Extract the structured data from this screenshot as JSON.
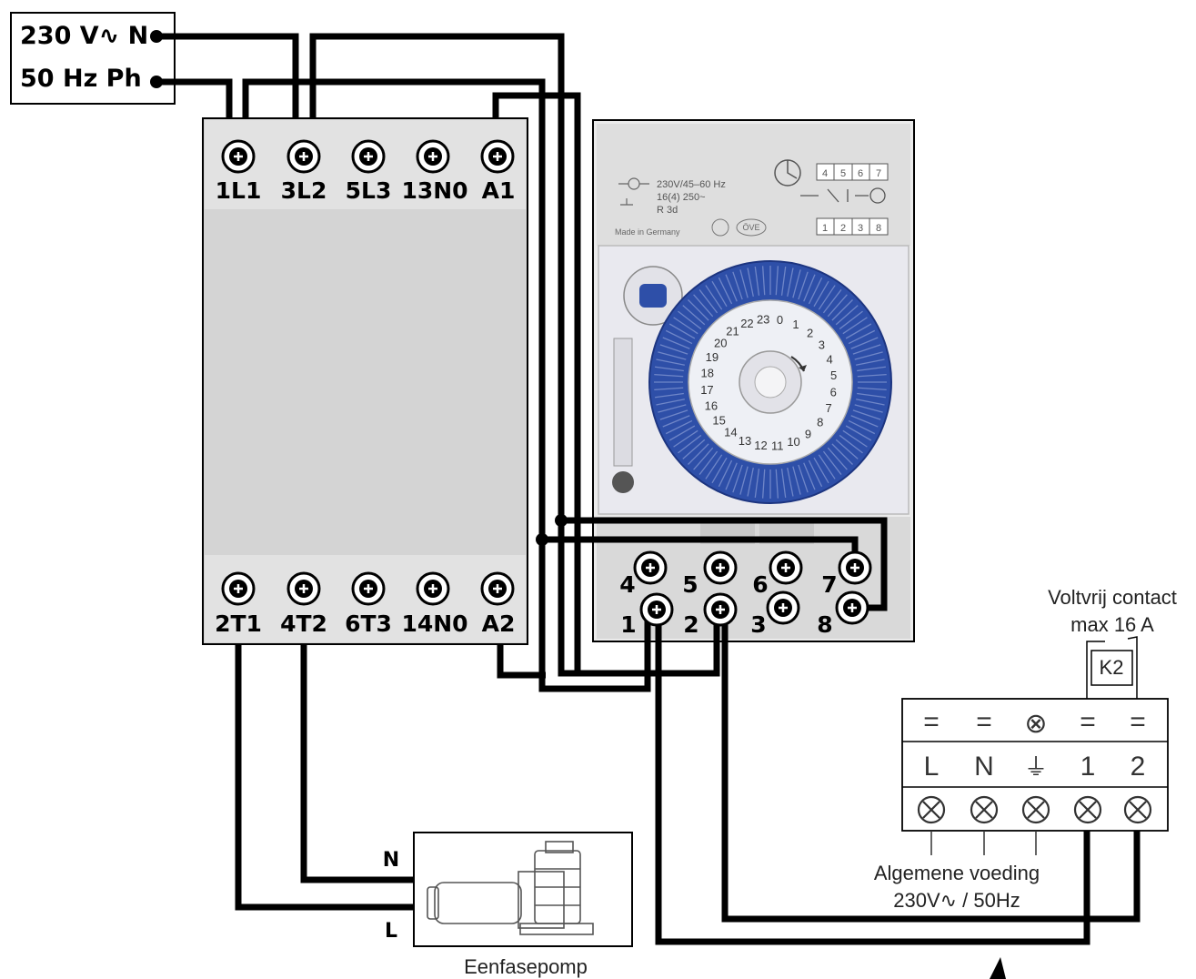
{
  "supply": {
    "line1": "230 V∿ N",
    "line2": "50 Hz  Ph"
  },
  "contactor": {
    "top_terminals": [
      "1L1",
      "3L2",
      "5L3",
      "13N0",
      "A1"
    ],
    "bottom_terminals": [
      "2T1",
      "4T2",
      "6T3",
      "14N0",
      "A2"
    ]
  },
  "timer": {
    "rating_1": "230V/45–60 Hz",
    "rating_2": "16(4) 250~",
    "rating_3": "R 3d",
    "made_in": "Made in Germany",
    "mark": "ÖVE",
    "relay_top": [
      "4",
      "5",
      "6",
      "7"
    ],
    "relay_bottom": [
      "1",
      "2",
      "3",
      "8"
    ],
    "dial_hours": [
      "0",
      "1",
      "2",
      "3",
      "4",
      "5",
      "6",
      "7",
      "8",
      "9",
      "10",
      "11",
      "12",
      "13",
      "14",
      "15",
      "16",
      "17",
      "18",
      "19",
      "20",
      "21",
      "22",
      "23"
    ],
    "terminals_top": [
      "4",
      "5",
      "6",
      "7"
    ],
    "terminals_bottom": [
      "1",
      "2",
      "3",
      "8"
    ]
  },
  "pump": {
    "label": "Eenfasepomp",
    "n_label": "N",
    "l_label": "L"
  },
  "controller": {
    "contact_label_1": "Voltvrij contact",
    "contact_label_2": "max 16 A",
    "relay_name": "K2",
    "row1_symbols": [
      "=",
      "=",
      "⊗",
      "=",
      "="
    ],
    "row2_labels": [
      "L",
      "N",
      "⏚",
      "1",
      "2"
    ],
    "supply_label_1": "Algemene voeding",
    "supply_label_2": "230V∿ / 50Hz"
  },
  "colors": {
    "dial_blue": "#2e4fa8",
    "module_grey": "#d4d4d4",
    "timer_grey": "#e6e6e6"
  }
}
